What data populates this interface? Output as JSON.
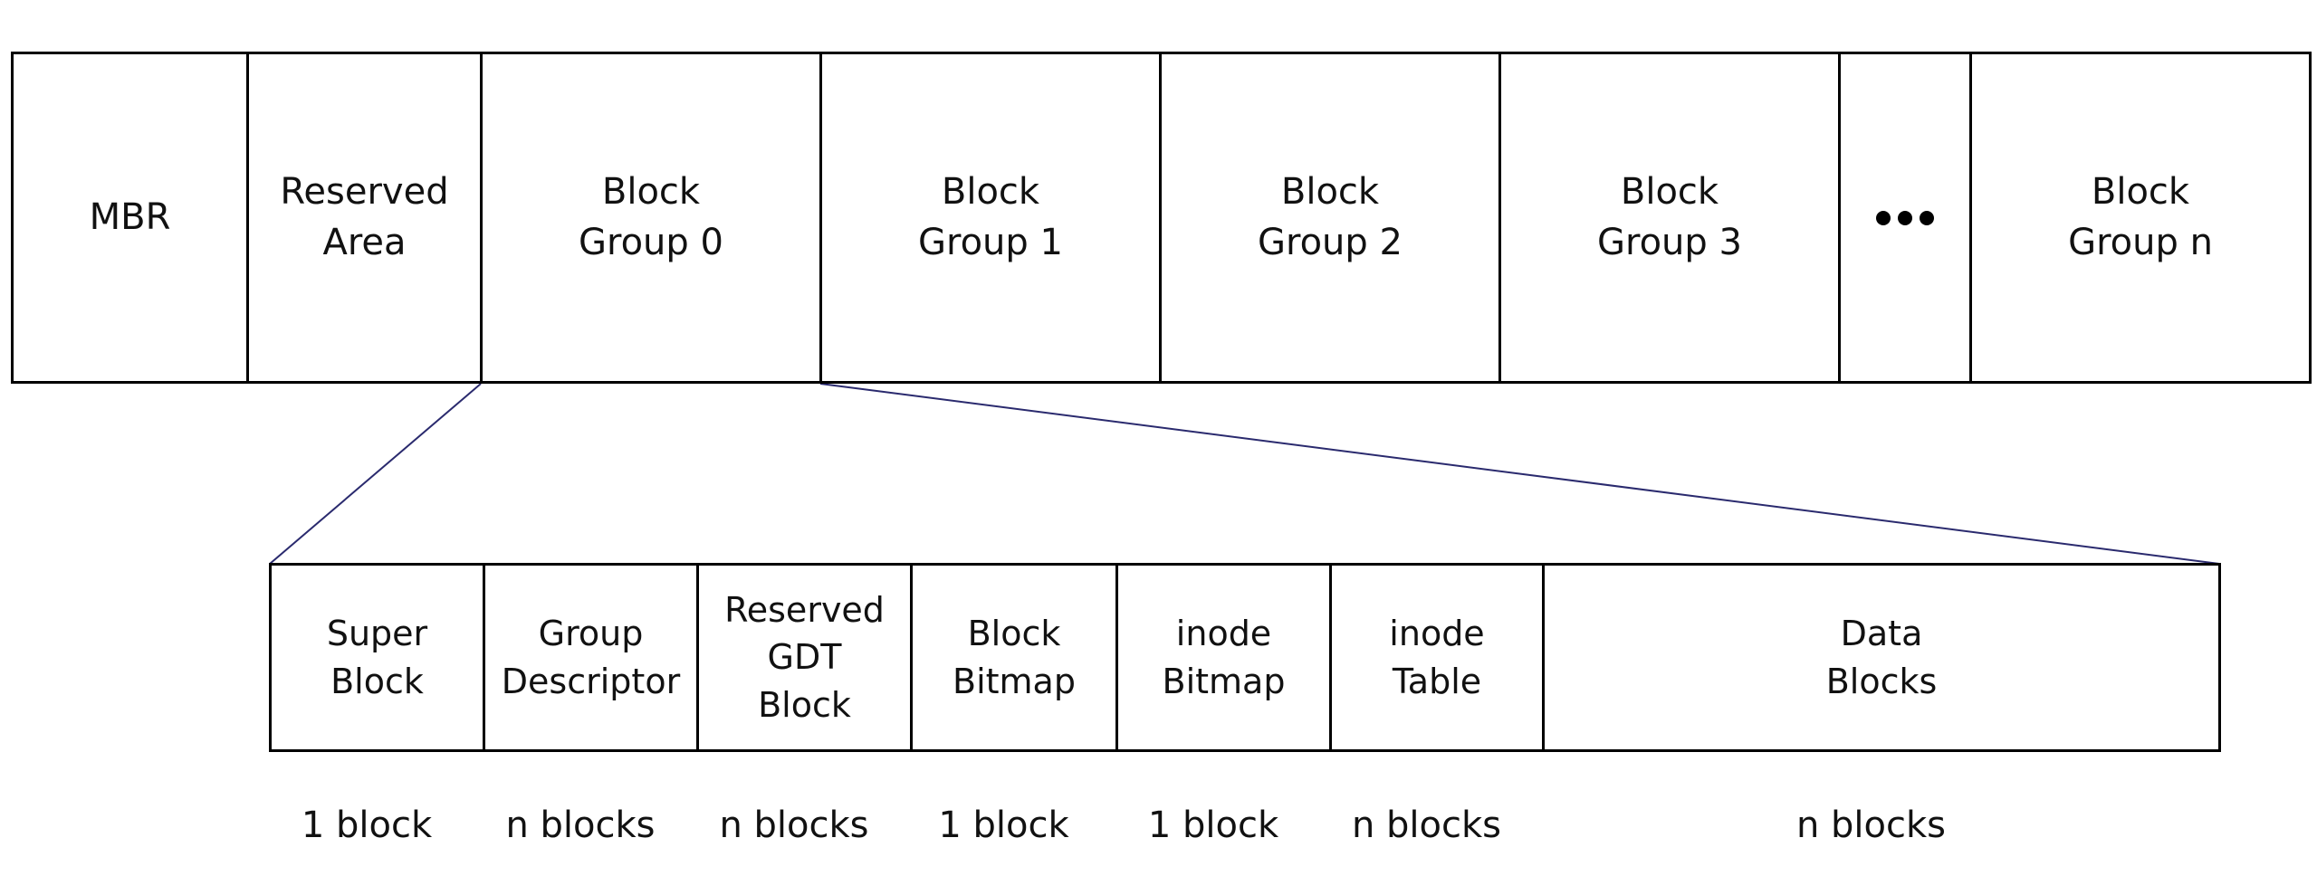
{
  "partition": {
    "cells": [
      {
        "id": "mbr",
        "lines": [
          "MBR"
        ]
      },
      {
        "id": "reserved-area",
        "lines": [
          "Reserved",
          "Area"
        ]
      },
      {
        "id": "block-group-0",
        "lines": [
          "Block",
          "Group 0"
        ]
      },
      {
        "id": "block-group-1",
        "lines": [
          "Block",
          "Group 1"
        ]
      },
      {
        "id": "block-group-2",
        "lines": [
          "Block",
          "Group 2"
        ]
      },
      {
        "id": "block-group-3",
        "lines": [
          "Block",
          "Group 3"
        ]
      },
      {
        "id": "ellipsis",
        "lines": []
      },
      {
        "id": "block-group-n",
        "lines": [
          "Block",
          "Group n"
        ]
      }
    ]
  },
  "block_group": {
    "cells": [
      {
        "id": "super-block",
        "lines": [
          "Super",
          "Block"
        ],
        "size": "1 block"
      },
      {
        "id": "group-descriptor",
        "lines": [
          "Group",
          "Descriptor"
        ],
        "size": "n blocks"
      },
      {
        "id": "reserved-gdt-block",
        "lines": [
          "Reserved",
          "GDT",
          "Block"
        ],
        "size": "n blocks"
      },
      {
        "id": "block-bitmap",
        "lines": [
          "Block",
          "Bitmap"
        ],
        "size": "1 block"
      },
      {
        "id": "inode-bitmap",
        "lines": [
          "inode",
          "Bitmap"
        ],
        "size": "1 block"
      },
      {
        "id": "inode-table",
        "lines": [
          "inode",
          "Table"
        ],
        "size": "n blocks"
      },
      {
        "id": "data-blocks",
        "lines": [
          "Data",
          "Blocks"
        ],
        "size": "n blocks"
      }
    ]
  },
  "colors": {
    "border": "#000000",
    "zoom_line": "#2a2a6e",
    "text": "#111111"
  }
}
